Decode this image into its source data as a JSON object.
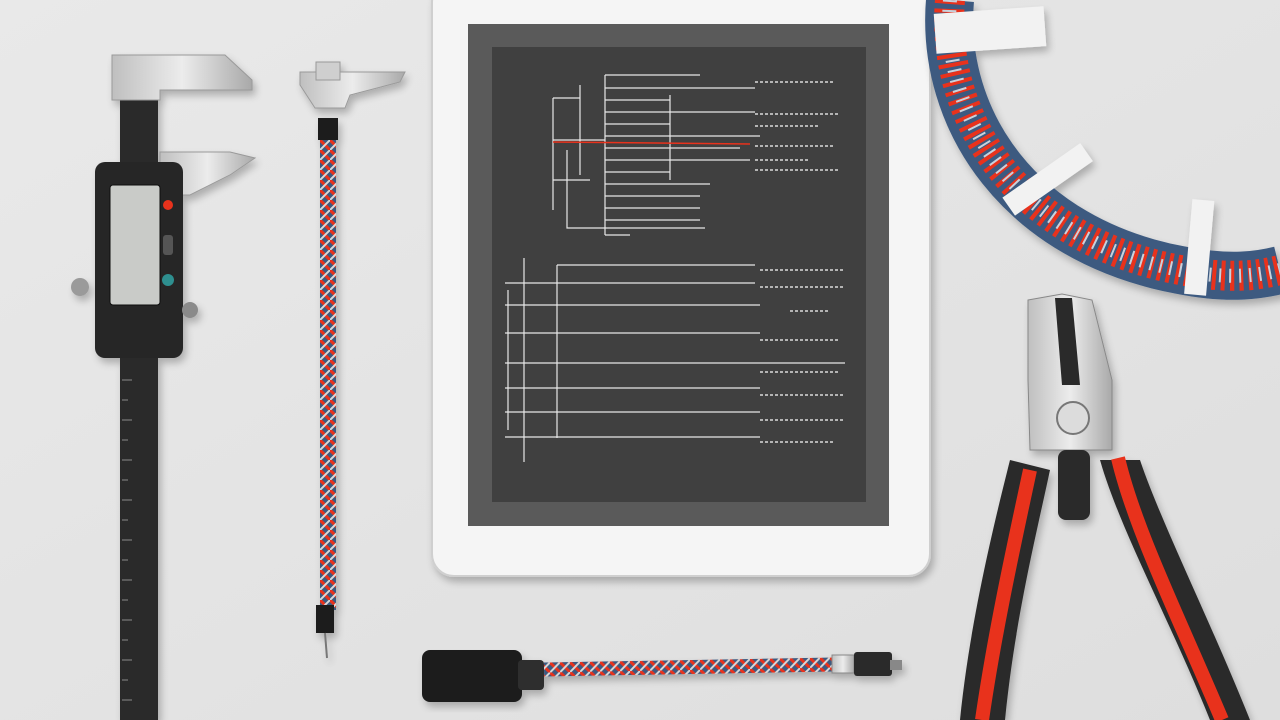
{
  "scene": {
    "description_type": "photo",
    "objects": [
      {
        "id": "digital-caliper",
        "icon": "caliper-icon"
      },
      {
        "id": "braided-wire-probe",
        "icon": "wire-probe-icon"
      },
      {
        "id": "tablet",
        "icon": "tablet-icon"
      },
      {
        "id": "wire-coil",
        "icon": "coil-icon"
      },
      {
        "id": "wire-stripper-pliers",
        "icon": "pliers-icon"
      },
      {
        "id": "cable-connector",
        "icon": "connector-icon"
      }
    ],
    "colors": {
      "surface": "#e6e6e6",
      "tablet_frame": "#f5f5f5",
      "tablet_screen": "#3f3f3f",
      "screen_lines": "#e8e8e8",
      "accent_red": "#e8321e",
      "wire_blue": "#3c5a80",
      "tool_black": "#2a2a2a",
      "lcd": "#c9cbc8"
    }
  }
}
